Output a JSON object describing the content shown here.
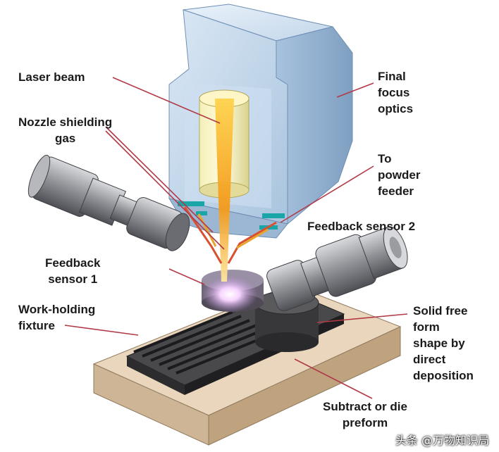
{
  "labels": {
    "laser_beam": [
      "Laser beam"
    ],
    "nozzle_gas": [
      "Nozzle shielding",
      "gas"
    ],
    "final_optics": [
      "Final",
      "focus",
      "optics"
    ],
    "powder_feeder": [
      "To",
      "powder",
      "feeder"
    ],
    "sensor2": [
      "Feedback sensor 2"
    ],
    "sensor1": [
      "Feedback",
      "sensor 1"
    ],
    "fixture": [
      "Work-holding",
      "fixture"
    ],
    "solid_shape": [
      "Solid free",
      "form",
      "shape by",
      "direct",
      "deposition"
    ],
    "preform": [
      "Subtract or die",
      "preform"
    ]
  },
  "watermark": "头条 @万物知识局",
  "colors": {
    "leader_line": "#b23a48",
    "housing": "#c7dbee",
    "laser": "#f5b82e",
    "sensor": "#8a8c90",
    "base": "#e6d2b8",
    "plate": "#3c3c3e"
  }
}
